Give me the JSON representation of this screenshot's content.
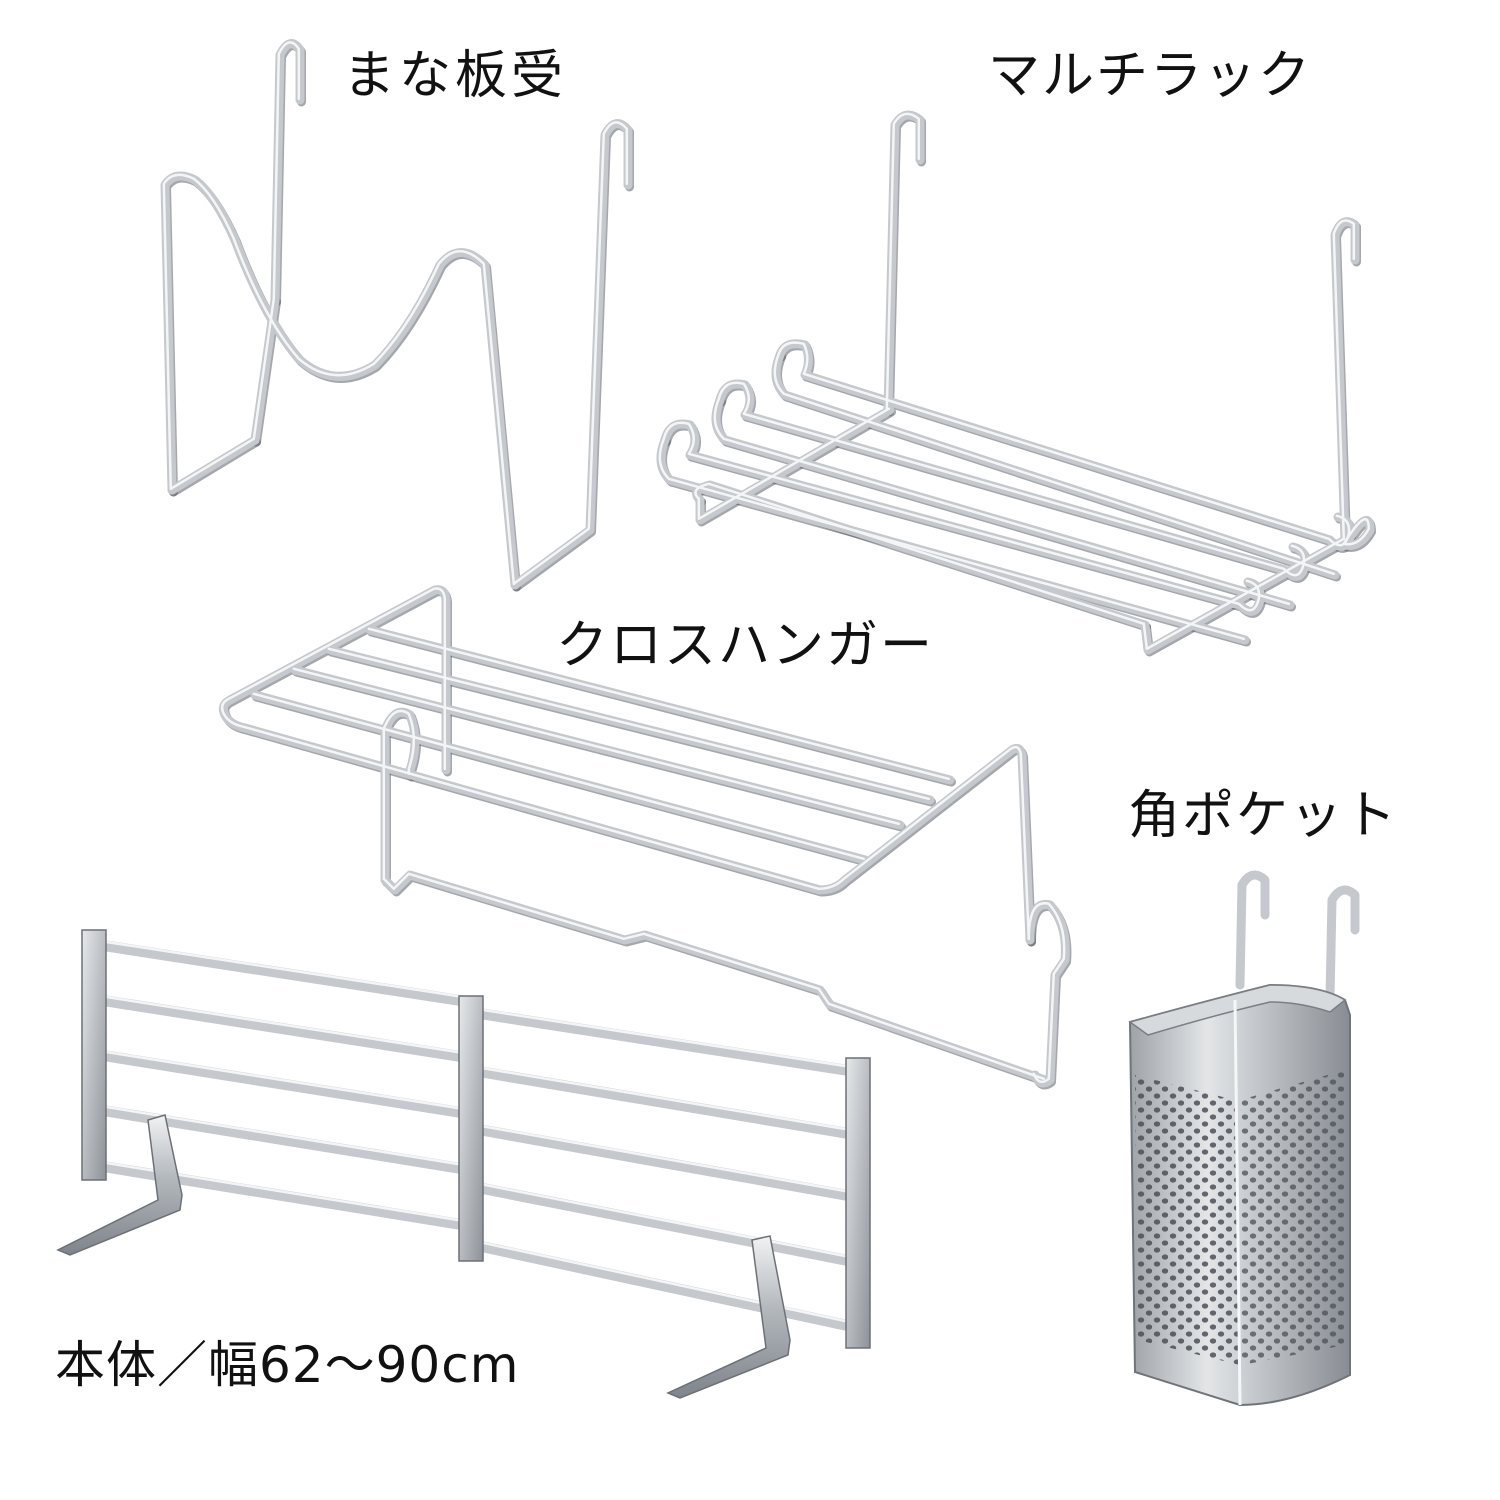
{
  "labels": {
    "cutting_board_holder": "まな板受",
    "multi_rack": "マルチラック",
    "cloth_hanger": "クロスハンガー",
    "corner_pocket": "角ポケット",
    "main_body": "本体／幅62〜90cm"
  },
  "colors": {
    "background": "#ffffff",
    "text": "#111111",
    "steel": "#c5c8cc"
  }
}
